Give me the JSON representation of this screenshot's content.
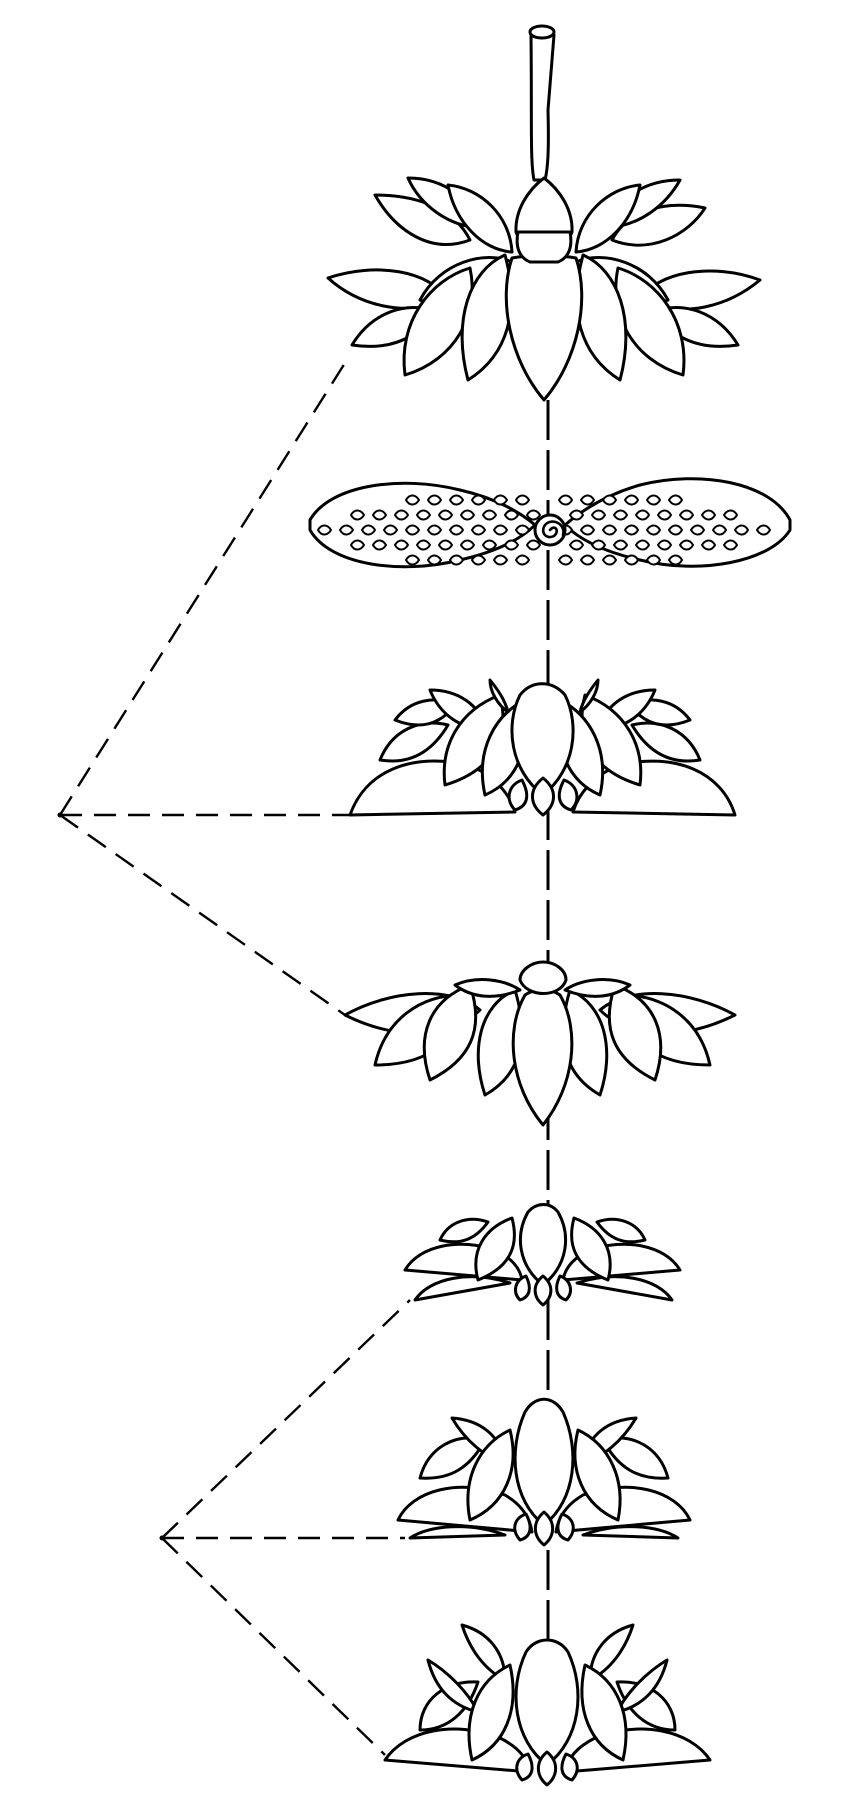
{
  "diagram": {
    "ink_color": "#000000",
    "paper_color": "#ffffff",
    "flowers": [
      {
        "id": "lotus-1",
        "view": "inverted-with-stem"
      },
      {
        "id": "lotus-2",
        "view": "side-scaled-garland"
      },
      {
        "id": "lotus-3",
        "view": "open-upright"
      },
      {
        "id": "lotus-4",
        "view": "inverted"
      },
      {
        "id": "lotus-5",
        "view": "small-upright"
      },
      {
        "id": "lotus-6",
        "view": "upright"
      },
      {
        "id": "lotus-7",
        "view": "upright"
      }
    ],
    "connector_groups": [
      {
        "id": "upper-group",
        "joins": [
          "lotus-1",
          "lotus-3",
          "lotus-4"
        ]
      },
      {
        "id": "lower-group",
        "joins": [
          "lotus-5",
          "lotus-6",
          "lotus-7"
        ]
      }
    ]
  }
}
